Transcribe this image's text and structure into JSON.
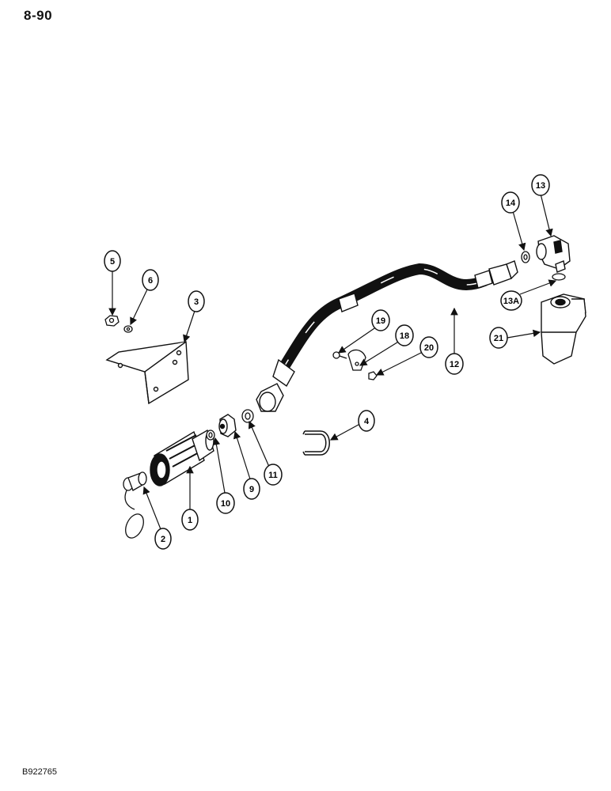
{
  "page": {
    "number": "8-90",
    "figure_code": "B922765"
  },
  "callouts": [
    {
      "id": "c1",
      "label": "1"
    },
    {
      "id": "c2",
      "label": "2"
    },
    {
      "id": "c3",
      "label": "3"
    },
    {
      "id": "c4",
      "label": "4"
    },
    {
      "id": "c5",
      "label": "5"
    },
    {
      "id": "c6",
      "label": "6"
    },
    {
      "id": "c9",
      "label": "9"
    },
    {
      "id": "c10",
      "label": "10"
    },
    {
      "id": "c11",
      "label": "11"
    },
    {
      "id": "c12",
      "label": "12"
    },
    {
      "id": "c13",
      "label": "13"
    },
    {
      "id": "c13a",
      "label": "13A"
    },
    {
      "id": "c14",
      "label": "14"
    },
    {
      "id": "c18",
      "label": "18"
    },
    {
      "id": "c19",
      "label": "19"
    },
    {
      "id": "c20",
      "label": "20"
    },
    {
      "id": "c21",
      "label": "21"
    }
  ]
}
